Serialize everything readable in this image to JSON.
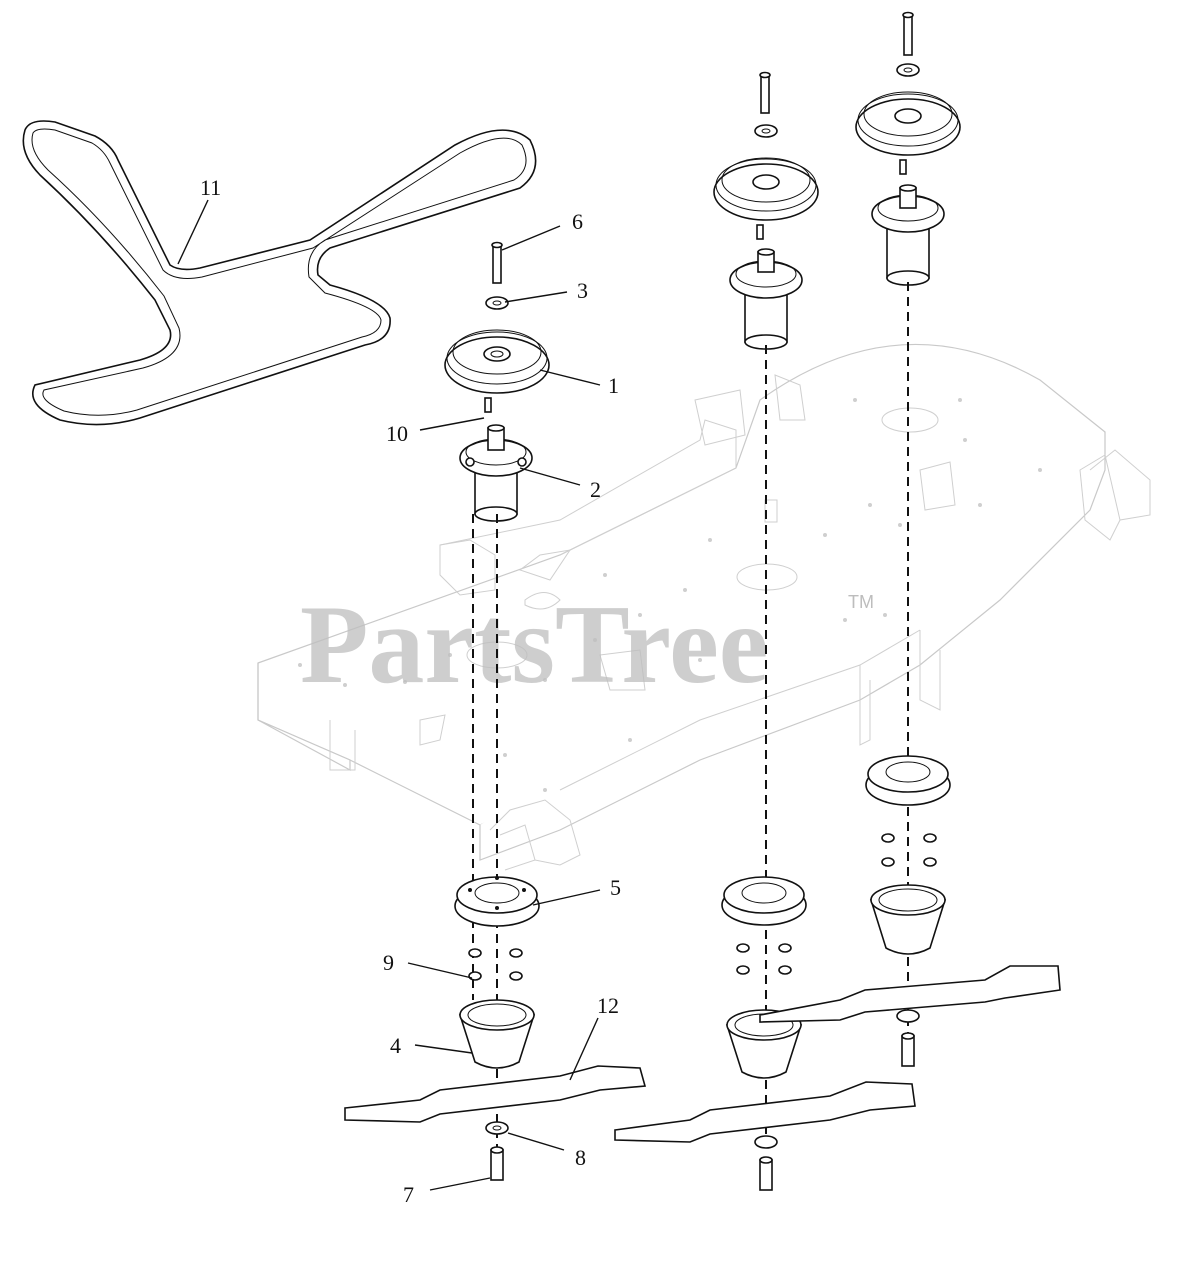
{
  "diagram": {
    "callouts": [
      {
        "id": "1",
        "label": "1"
      },
      {
        "id": "2",
        "label": "2"
      },
      {
        "id": "3",
        "label": "3"
      },
      {
        "id": "4",
        "label": "4"
      },
      {
        "id": "5",
        "label": "5"
      },
      {
        "id": "6",
        "label": "6"
      },
      {
        "id": "7",
        "label": "7"
      },
      {
        "id": "8",
        "label": "8"
      },
      {
        "id": "9",
        "label": "9"
      },
      {
        "id": "10",
        "label": "10"
      },
      {
        "id": "11",
        "label": "11"
      },
      {
        "id": "12",
        "label": "12"
      }
    ]
  },
  "watermark": {
    "text": "PartsTree",
    "tm": "TM"
  },
  "colors": {
    "line": "#111111",
    "deck": "#c9c9c9",
    "watermark": "#bdbdbd"
  }
}
